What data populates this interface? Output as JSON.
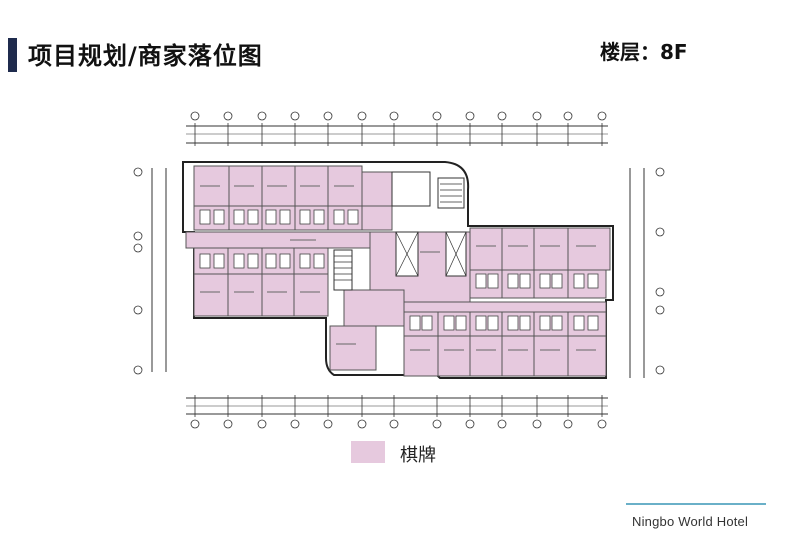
{
  "header": {
    "title": "项目规划/商家落位图",
    "floor": "楼层：8F"
  },
  "legend": [
    {
      "label": "棋牌",
      "color": "#e6c9de"
    }
  ],
  "footer": {
    "brand": "Ningbo World Hotel"
  },
  "colors": {
    "accent": "#1f2b4d",
    "room_fill": "#e6c9de",
    "footer_line": "#6ab0c8"
  }
}
